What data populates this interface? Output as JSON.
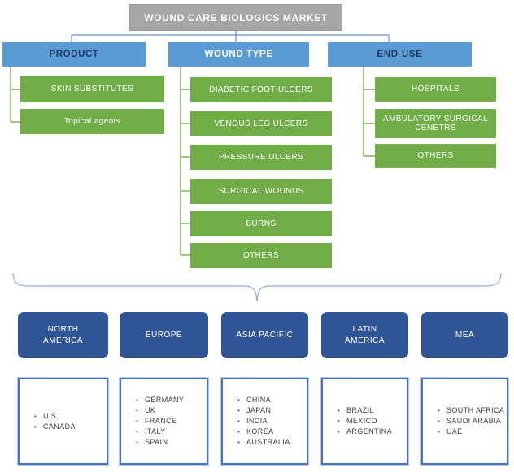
{
  "title": "WOUND CARE BIOLOGICS MARKET",
  "colors": {
    "title_bg": "#A6A6A6",
    "segment_header_bg": "#5B9BD5",
    "segment_header_text_navy": "#1F3864",
    "segment_header_text_white": "#FFFFFF",
    "item_bg": "#70AD47",
    "item_text": "#FFFFFF",
    "region_bg": "#2F5597",
    "country_border": "#4472C4",
    "country_text": "#404040",
    "connector_blue": "#4472C4",
    "connector_green": "#70AD47",
    "brace": "#8EA9DB"
  },
  "segments": [
    {
      "label": "PRODUCT",
      "items": [
        "SKIN SUBSTITUTES",
        "Topical agents"
      ]
    },
    {
      "label": "WOUND TYPE",
      "items": [
        "DIABETIC FOOT ULCERS",
        "VENOUS LEG ULCERS",
        "PRESSURE ULCERS",
        "SURGICAL WOUNDS",
        "BURNS",
        "OTHERS"
      ]
    },
    {
      "label": "END-USE",
      "items": [
        "HOSPITALS",
        "AMBULATORY SURGICAL CENETRS",
        "OTHERS"
      ]
    }
  ],
  "regions": [
    {
      "label": "NORTH\nAMERICA",
      "countries": [
        "U.S.",
        "CANADA"
      ]
    },
    {
      "label": "EUROPE",
      "countries": [
        "GERMANY",
        "UK",
        "FRANCE",
        "ITALY",
        "SPAIN"
      ]
    },
    {
      "label": "ASIA PACIFIC",
      "countries": [
        "CHINA",
        "JAPAN",
        "INDIA",
        "KOREA",
        "AUSTRALIA"
      ]
    },
    {
      "label": "LATIN\nAMERICA",
      "countries": [
        "BRAZIL",
        "MEXICO",
        "ARGENTINA"
      ]
    },
    {
      "label": "MEA",
      "countries": [
        "SOUTH AFRICA",
        "SAUDI ARABIA",
        "UAE"
      ]
    }
  ]
}
